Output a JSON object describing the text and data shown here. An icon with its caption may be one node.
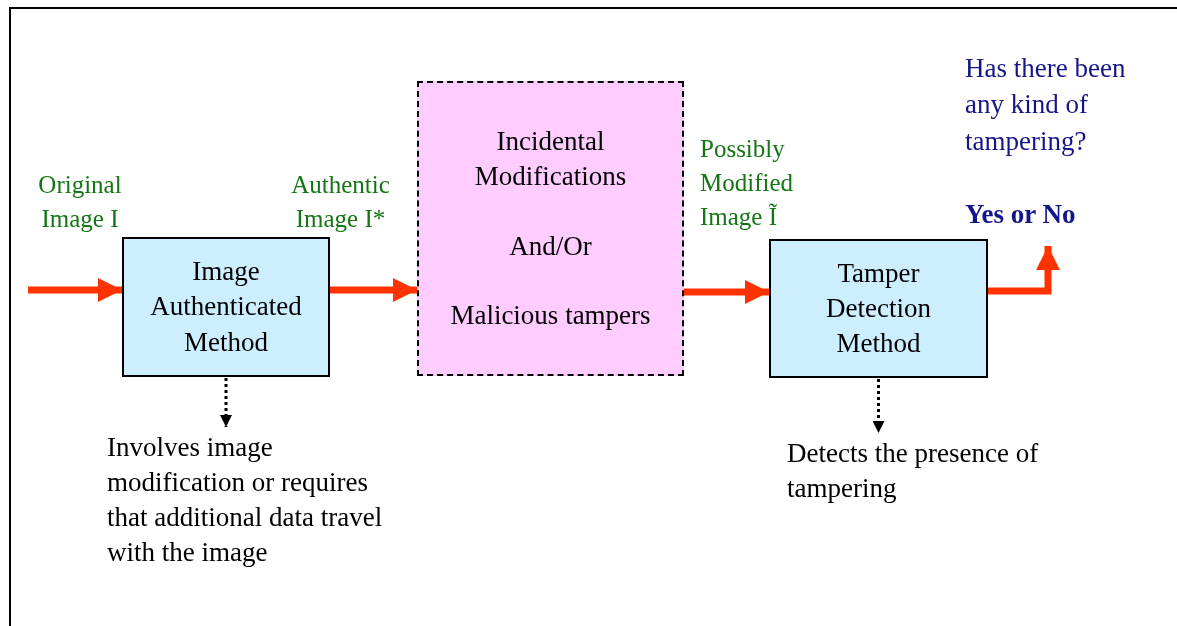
{
  "diagram": {
    "nodes": [
      {
        "text": [
          "Image Authenticated Method"
        ]
      },
      {
        "text": [
          "Incidental Modifications",
          "And/Or",
          "Malicious tampers"
        ]
      },
      {
        "text": [
          "Tamper Detection Method"
        ]
      },
      {
        "text": [
          "Involves image modification or requires that additional data travel with the image"
        ]
      },
      {
        "text": [
          "Detects the presence of tampering"
        ]
      }
    ],
    "edges": [
      {
        "from": null,
        "to": 0,
        "arrow": "to",
        "label": "Original Image I"
      },
      {
        "from": 0,
        "to": 1,
        "arrow": "to",
        "label": "Authentic Image I*"
      },
      {
        "from": 1,
        "to": 2,
        "arrow": "to",
        "label": "Possibly Modified Image Ĩ"
      },
      {
        "from": 2,
        "to": null,
        "arrow": "to"
      },
      {
        "from": 0,
        "to": 3,
        "arrow": "to",
        "style": "dashed",
        "color": "#000000"
      },
      {
        "from": 2,
        "to": 4,
        "arrow": "to",
        "style": "dashed",
        "color": "#000000"
      }
    ],
    "labels": [
      "Has there been any kind of tampering?",
      "Yes or No"
    ]
  }
}
